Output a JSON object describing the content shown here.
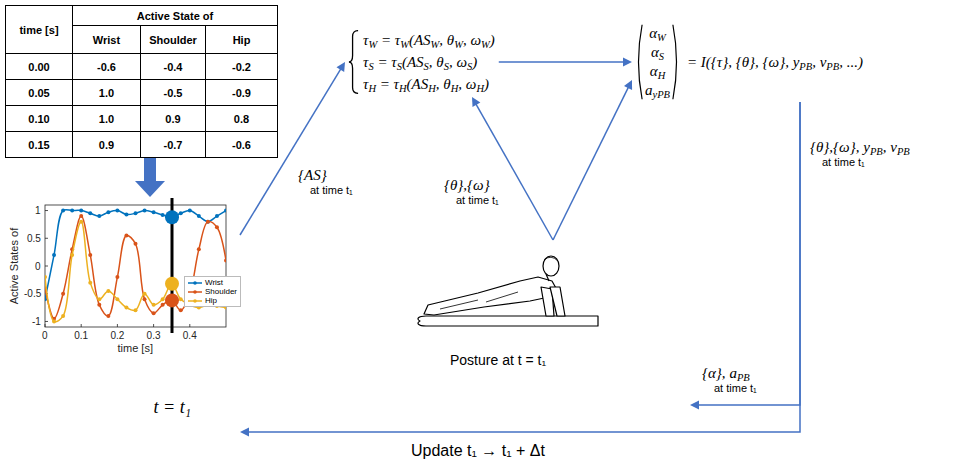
{
  "diagram": {
    "nodes": [
      {
        "text": [
          "time [s]",
          "Active State of",
          "Wrist",
          "Shoulder",
          "Hip",
          "0.00",
          "-0.6",
          "-0.4",
          "-0.2",
          "0.05",
          "1.0",
          "-0.5",
          "-0.9",
          "0.10",
          "1.0",
          "0.9",
          "0.8",
          "0.15",
          "0.9",
          "-0.7",
          "-0.6"
        ]
      },
      {
        "text": [
          "Active States of",
          "1",
          "0.5",
          "0",
          "-0.5",
          "-1",
          "0",
          "0.1",
          "0.2",
          "0.3",
          "0.4",
          "time [s]",
          "t = t₁"
        ]
      },
      {
        "text": [
          "τW = τW(ASW, θW, ωW)",
          "τS = τS(ASS, θS, ωS)",
          "τH = τH(ASH, θH, ωH)"
        ]
      },
      {
        "text": [
          "αW αS αH ayPB",
          "= I({τ}, {θ}, {ω}, yPB, vPB, ...)"
        ]
      },
      {
        "text": [
          "Posture at t = t₁"
        ]
      }
    ],
    "edges": [
      {
        "from": 0,
        "to": 1,
        "arrow": "to"
      },
      {
        "from": 1,
        "to": 2,
        "arrow": "to",
        "label": "{AS} at time t₁"
      },
      {
        "from": 2,
        "to": 3,
        "arrow": "to"
      },
      {
        "from": 4,
        "to": 2,
        "arrow": "to",
        "label": "{θ},{ω} at time t₁"
      },
      {
        "from": 4,
        "to": 3,
        "arrow": "to"
      },
      {
        "from": 3,
        "to": 4,
        "arrow": "to",
        "label": "{α}, aPB at time t₁"
      },
      {
        "from": 3,
        "to": 1,
        "arrow": "to",
        "label": "{θ},{ω}, yPB, vPB at time t₁"
      }
    ],
    "labels": [
      "Update t₁ → t₁ + Δt"
    ],
    "legend": [
      {
        "text": "Wrist"
      },
      {
        "text": "Shoulder"
      },
      {
        "text": "Hip"
      }
    ]
  }
}
